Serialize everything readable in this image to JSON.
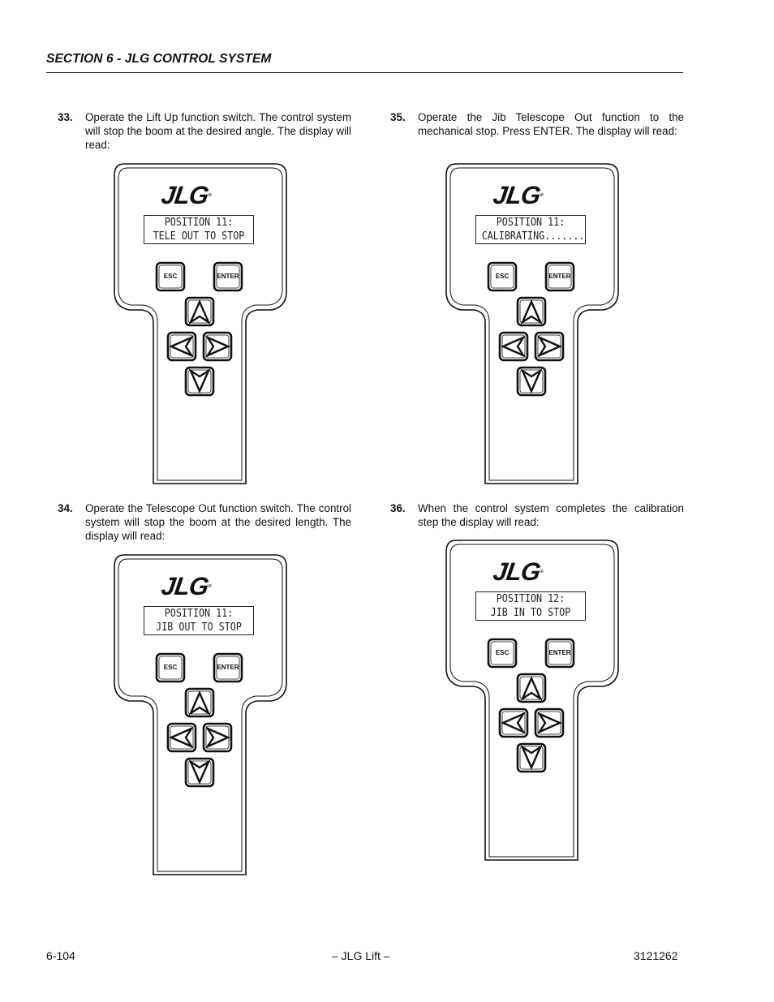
{
  "header": {
    "title": "SECTION 6 - JLG CONTROL SYSTEM"
  },
  "steps": [
    {
      "num": "33.",
      "text": "Operate the Lift Up function switch. The control system will stop the boom at the desired angle. The display will read:"
    },
    {
      "num": "34.",
      "text": "Operate the Telescope Out function switch. The control system will stop the boom at the desired length. The display will read:"
    },
    {
      "num": "35.",
      "text": "Operate the Jib Telescope Out function to the mechanical stop. Press ENTER. The display will read:"
    },
    {
      "num": "36.",
      "text": "When the control system completes the calibration step the display will read:"
    }
  ],
  "pendants": [
    {
      "logo": "JLG",
      "line1": "POSITION 11:",
      "line2": "TELE OUT TO STOP",
      "esc": "ESC",
      "enter": "ENTER"
    },
    {
      "logo": "JLG",
      "line1": "POSITION 11:",
      "line2": "JIB OUT TO STOP",
      "esc": "ESC",
      "enter": "ENTER"
    },
    {
      "logo": "JLG",
      "line1": "POSITION 11:",
      "line2": "CALIBRATING.......",
      "esc": "ESC",
      "enter": "ENTER"
    },
    {
      "logo": "JLG",
      "line1": "POSITION 12:",
      "line2": "JIB IN TO STOP",
      "esc": "ESC",
      "enter": "ENTER"
    }
  ],
  "icons": [
    "up-arrow-icon",
    "left-arrow-icon",
    "right-arrow-icon",
    "down-arrow-icon"
  ],
  "footer": {
    "page": "6-104",
    "center": "– JLG Lift –",
    "doc": "3121262"
  }
}
